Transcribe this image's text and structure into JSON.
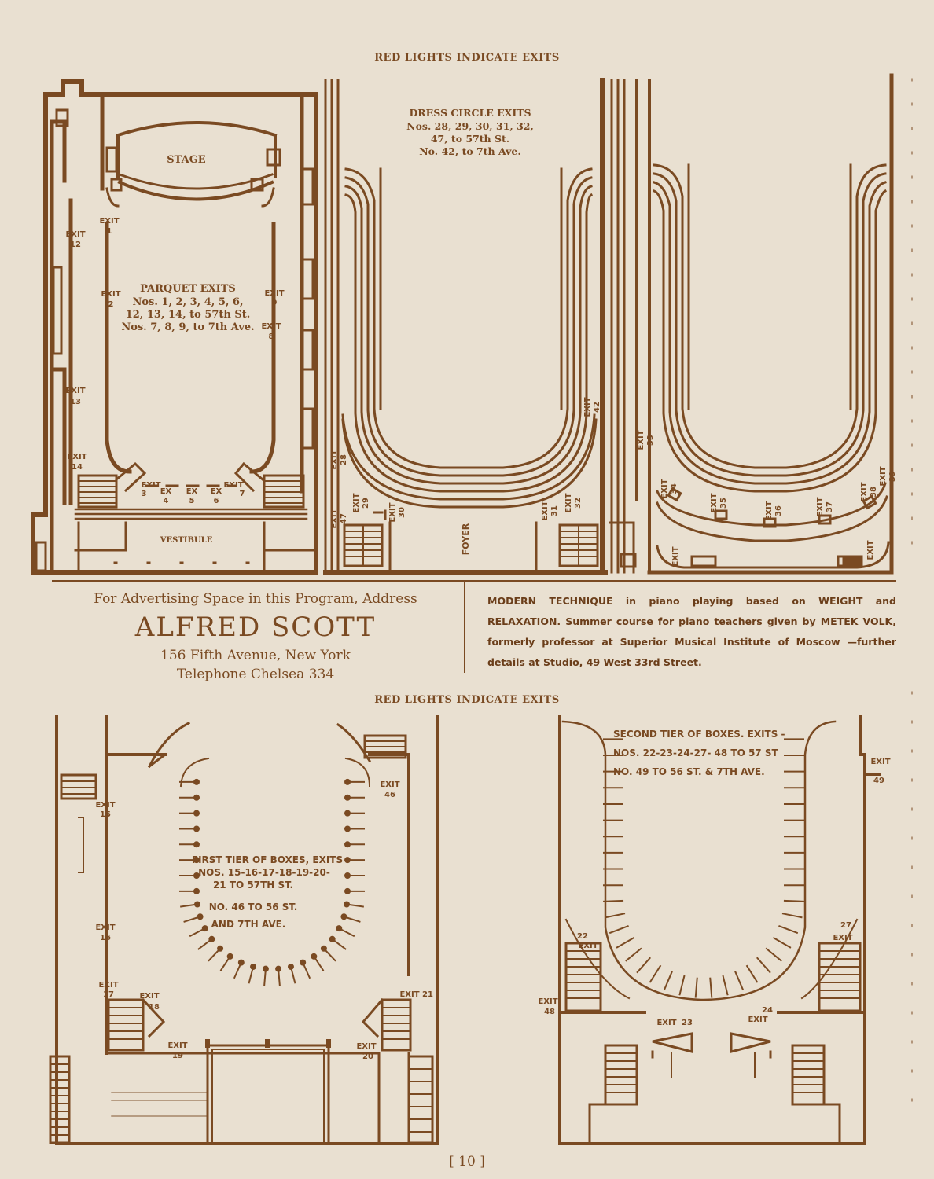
{
  "top_header": "RED LIGHTS INDICATE EXITS",
  "bottom_header": "RED LIGHTS INDICATE EXITS",
  "parquet": {
    "stage": "STAGE",
    "vestibule": "VESTIBULE",
    "title": "PARQUET EXITS",
    "line1": "Nos. 1, 2, 3, 4, 5, 6,",
    "line2": "12, 13, 14, to 57th St.",
    "line3": "Nos. 7, 8, 9, to 7th Ave."
  },
  "dress_circle": {
    "title": "DRESS CIRCLE EXITS",
    "line1": "Nos. 28, 29, 30, 31, 32,",
    "line2": "47, to 57th St.",
    "line3": "No. 42, to 7th Ave.",
    "foyer": "FOYER"
  },
  "first_tier": {
    "line1": "FIRST TIER OF BOXES, EXITS",
    "line2": "NOS. 15-16-17-18-19-20-",
    "line3": "21 TO 57TH ST.",
    "line4": "NO. 46 TO 56 ST.",
    "line5": "AND 7TH AVE."
  },
  "second_tier": {
    "line1": "SECOND TIER OF BOXES. EXITS -",
    "line2": "NOS. 22-23-24-27- 48 TO 57 ST",
    "line3": "NO. 49 TO 56 ST. & 7TH AVE."
  },
  "exit_word": "EXIT",
  "ex_word": "EX",
  "exit_numbers": {
    "e1": "1",
    "e2": "2",
    "e3": "3",
    "e4": "4",
    "e5": "5",
    "e6": "6",
    "e7": "7",
    "e8": "8",
    "e9": "9",
    "e12": "12",
    "e13": "13",
    "e14": "14",
    "e28": "28",
    "e29": "29",
    "e30": "30",
    "e31": "31",
    "e32": "32",
    "e33": "33",
    "e34": "34",
    "e35": "35",
    "e36": "36",
    "e37": "37",
    "e38": "38",
    "e39": "39",
    "e42": "42",
    "e47": "47",
    "e15": "15",
    "e16": "16",
    "e17": "17",
    "e18": "18",
    "e19": "19",
    "e20": "20",
    "e21": "21",
    "e46": "46",
    "e22": "22",
    "e23": "23",
    "e24": "24",
    "e27": "27",
    "e48": "48",
    "e49": "49"
  },
  "ad_left": {
    "line1": "For Advertising Space in this Program, Address",
    "name": "ALFRED SCOTT",
    "line3": "156 Fifth Avenue, New York",
    "line4": "Telephone Chelsea 334"
  },
  "ad_right": {
    "k1": "MODERN TECHNIQUE",
    "t1": " in piano playing based on ",
    "k2": "WEIGHT",
    "t2": " and ",
    "k3": "RELAXATION.",
    "t3": " Summer course for piano teachers given by ",
    "k4": "METEK VOLK,",
    "t4": " formerly professor at Superior Musical Institute of Moscow —further details at Studio, 49 West 33rd Street."
  },
  "page_number": "[ 10 ]"
}
